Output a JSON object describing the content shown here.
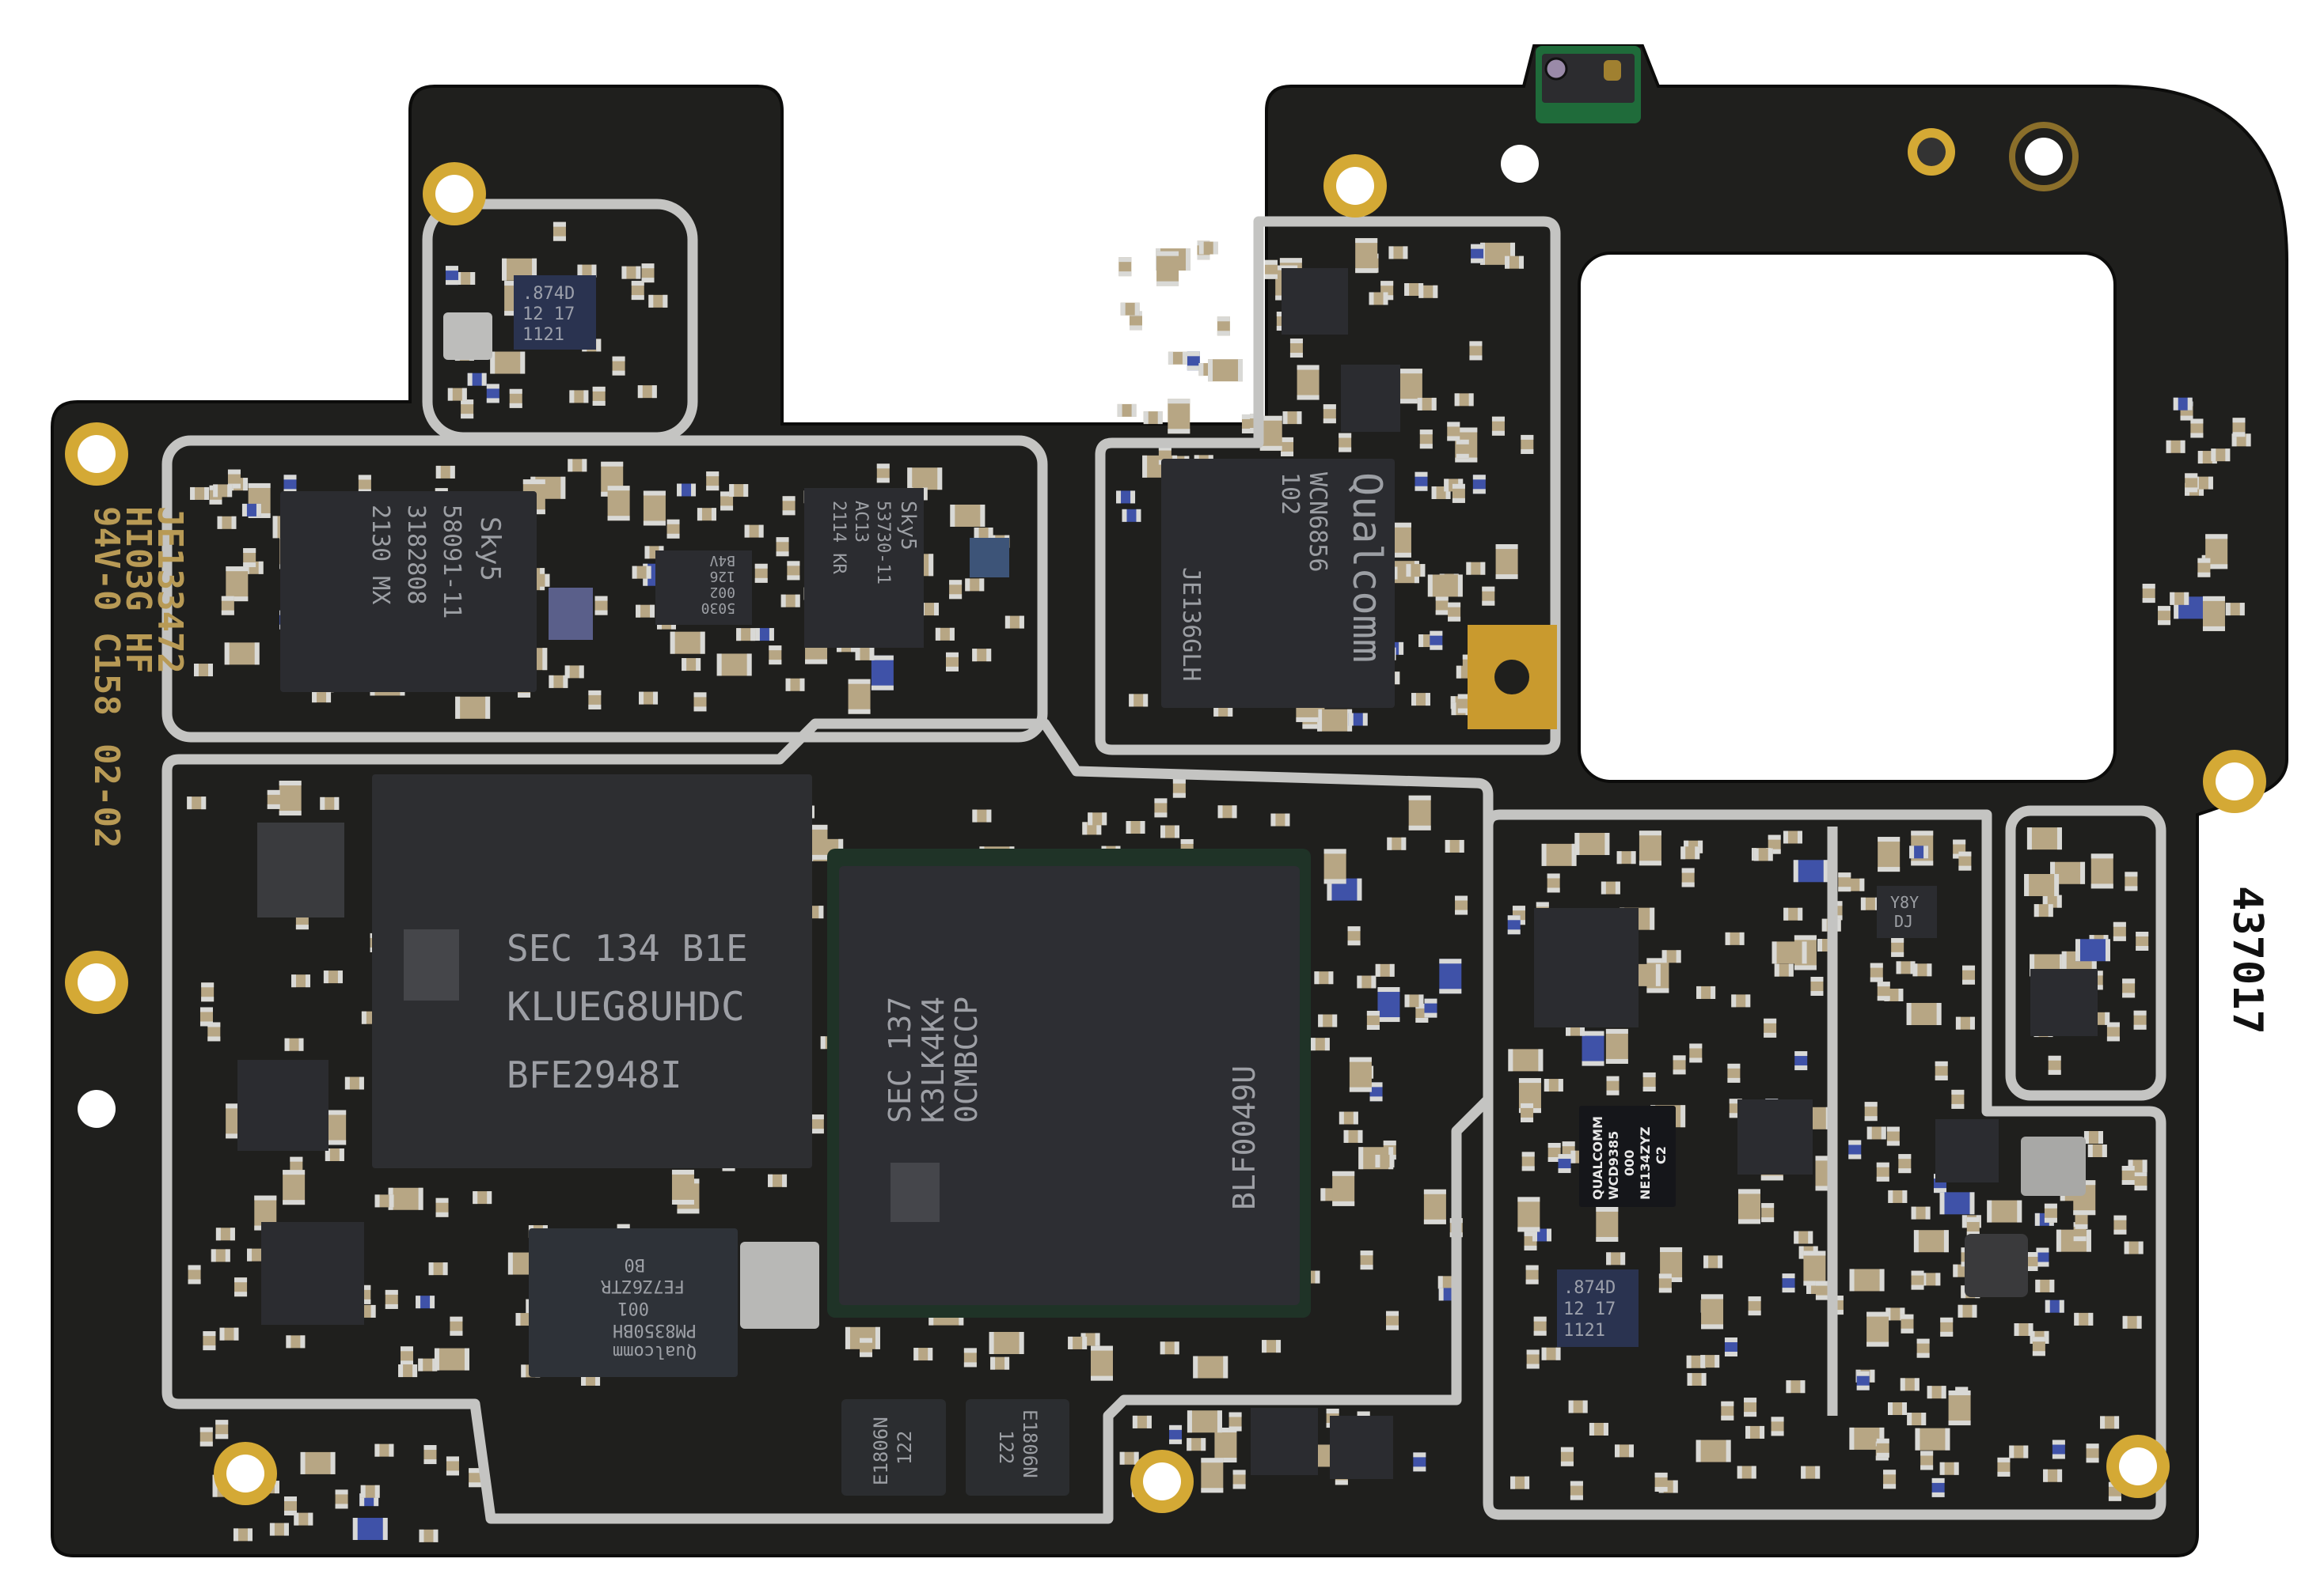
{
  "colors": {
    "board": "#1f1f1d",
    "shield": "#c4c4c2",
    "chip": "#2b2c30",
    "gold": "#d4a935",
    "sensor_pcb": "#1f6b3a",
    "passive_body": "#b7a684",
    "passive_end": "#d9d9d6",
    "silkscreen": "#b89a55"
  },
  "silkscreen": {
    "left_lines": [
      "JE133472",
      "HI03G HF",
      "94V-0 C158",
      "02-02"
    ],
    "right_code": "437017"
  },
  "chips": {
    "sky5_front_end": [
      "Sky5",
      "58091-11",
      "3182808",
      "2130 MX"
    ],
    "sky5_pa": [
      "Sky5",
      "53730-11",
      "AC13",
      "2114 KR"
    ],
    "small_rf": [
      "5030",
      "002",
      "126",
      "B4V"
    ],
    "wifi_qualcomm": [
      "Qualcomm",
      "WCN6856",
      "102",
      "JE136GLH"
    ],
    "top_ic_874d": [
      ".874D",
      "12 17",
      "1121"
    ],
    "flash_storage": [
      "SEC 134 B1E",
      "KLUEG8UHDC",
      "BFE2948I"
    ],
    "ram_soc": [
      "SEC 137",
      "K3LK4K4",
      "0CMBCCP",
      "BLF0049U"
    ],
    "pmic": [
      "Qualcomm",
      "PM8350BH",
      "001",
      "FE7Z6ZTR",
      "B0"
    ],
    "audio_codec": [
      "QUALCOMM",
      "WCD9385",
      "000",
      "NE134ZYZ",
      "C2"
    ],
    "lower_ic_874d": [
      ".874D",
      "12 17",
      "1121"
    ],
    "mosfet_left": [
      "E1806N",
      "122"
    ],
    "mosfet_right": [
      "E1806N",
      "122"
    ],
    "small_y8y": [
      "Y8Y",
      "DJ"
    ]
  }
}
